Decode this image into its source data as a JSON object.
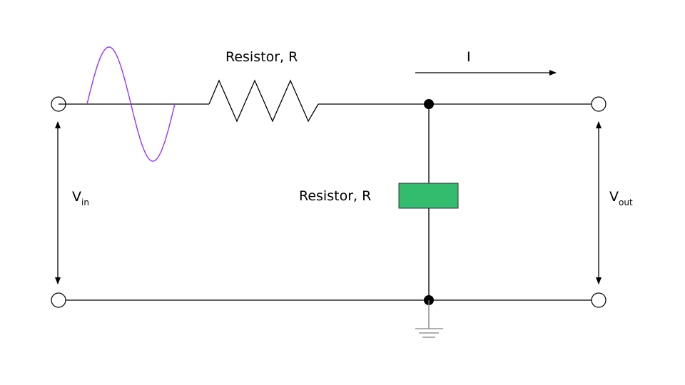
{
  "labels": {
    "series_resistor": "Resistor, R",
    "shunt_resistor": "Resistor, R",
    "current": "I",
    "vin_main": "V",
    "vin_sub": "in",
    "vout_main": "V",
    "vout_sub": "out"
  },
  "colors": {
    "wire": "#000000",
    "sine_source": "#9933ff",
    "shunt_resistor_fill": "#33bb6e",
    "ground": "#808080"
  }
}
